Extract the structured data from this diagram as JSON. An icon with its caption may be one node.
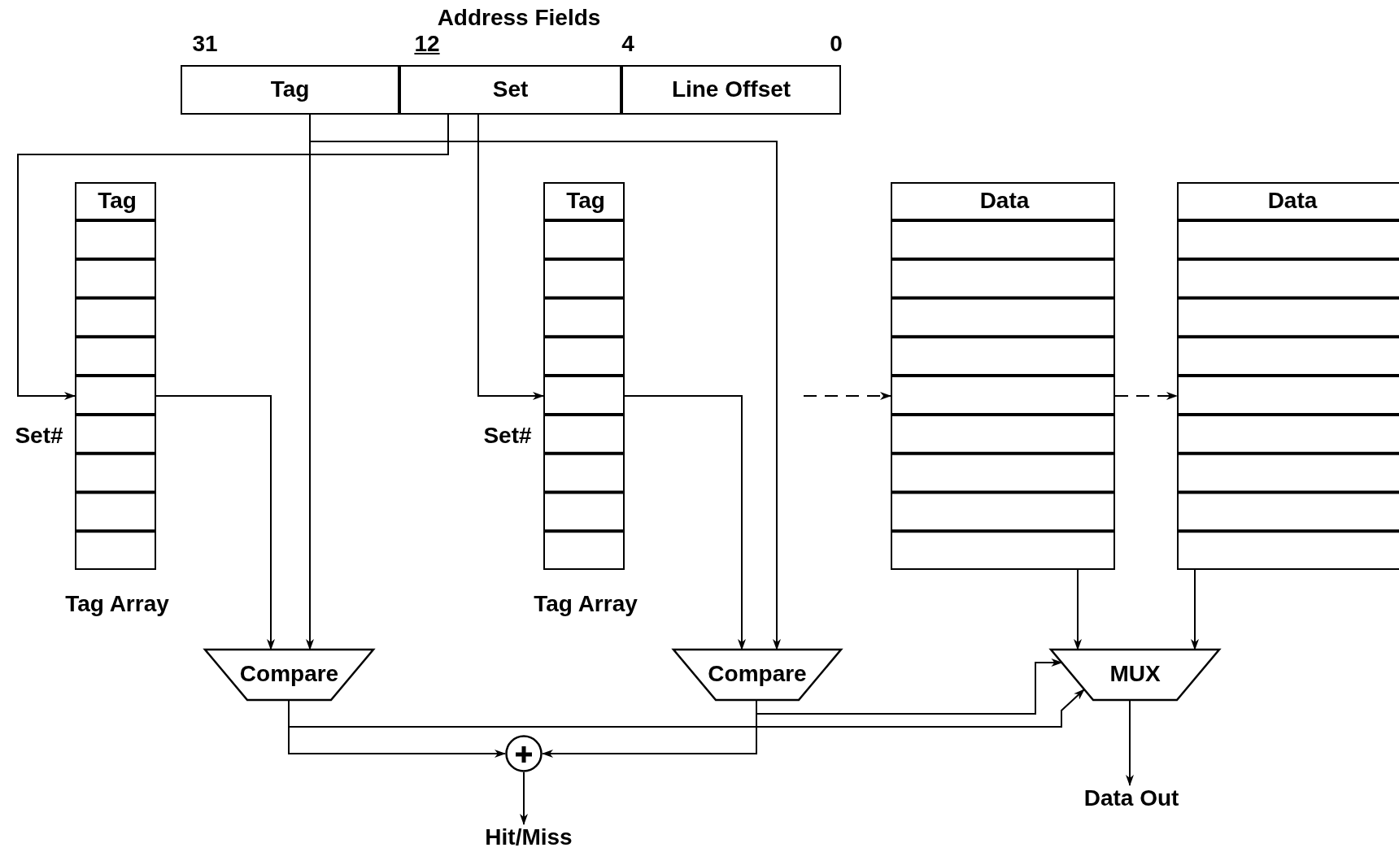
{
  "diagram": {
    "title": "Address Fields",
    "nodes": [
      {
        "text": [
          "Tag"
        ]
      },
      {
        "text": [
          "Set"
        ]
      },
      {
        "text": [
          "Line Offset"
        ]
      },
      {
        "text": [
          "Tag",
          "Tag Array"
        ],
        "beside": [
          "Set#"
        ]
      },
      {
        "text": [
          "Tag",
          "Tag Array"
        ],
        "beside": [
          "Set#"
        ]
      },
      {
        "text": [
          "Data"
        ]
      },
      {
        "text": [
          "Data"
        ]
      },
      {
        "text": [
          "Compare"
        ]
      },
      {
        "text": [
          "Compare"
        ]
      },
      {
        "text": [
          "MUX"
        ]
      },
      {
        "text": [],
        "shape": "circle"
      },
      {
        "text": [
          "Hit/Miss"
        ]
      },
      {
        "text": [
          "Data Out"
        ]
      }
    ],
    "edges": [
      {
        "from": 1,
        "to": 3,
        "arrow": "to"
      },
      {
        "from": 1,
        "to": 4,
        "arrow": "to"
      },
      {
        "from": 0,
        "to": 7,
        "arrow": "to"
      },
      {
        "from": 0,
        "to": 8,
        "arrow": "to"
      },
      {
        "from": 3,
        "to": 7,
        "arrow": "to"
      },
      {
        "from": 4,
        "to": 8,
        "arrow": "to"
      },
      {
        "from": null,
        "to": 5,
        "arrow": "to",
        "style": "dashed"
      },
      {
        "from": 5,
        "to": 6,
        "arrow": "to",
        "style": "dashed"
      },
      {
        "from": 5,
        "to": 9,
        "arrow": "to"
      },
      {
        "from": 6,
        "to": 9,
        "arrow": "to"
      },
      {
        "from": 7,
        "to": 10,
        "arrow": "to"
      },
      {
        "from": 8,
        "to": 10,
        "arrow": "to"
      },
      {
        "from": 7,
        "to": 9,
        "arrow": "to"
      },
      {
        "from": 8,
        "to": 9,
        "arrow": "to"
      },
      {
        "from": 10,
        "to": 11,
        "arrow": "to"
      },
      {
        "from": 9,
        "to": 12,
        "arrow": "to"
      }
    ],
    "labels": [
      "31",
      "12",
      "4",
      "0"
    ]
  }
}
